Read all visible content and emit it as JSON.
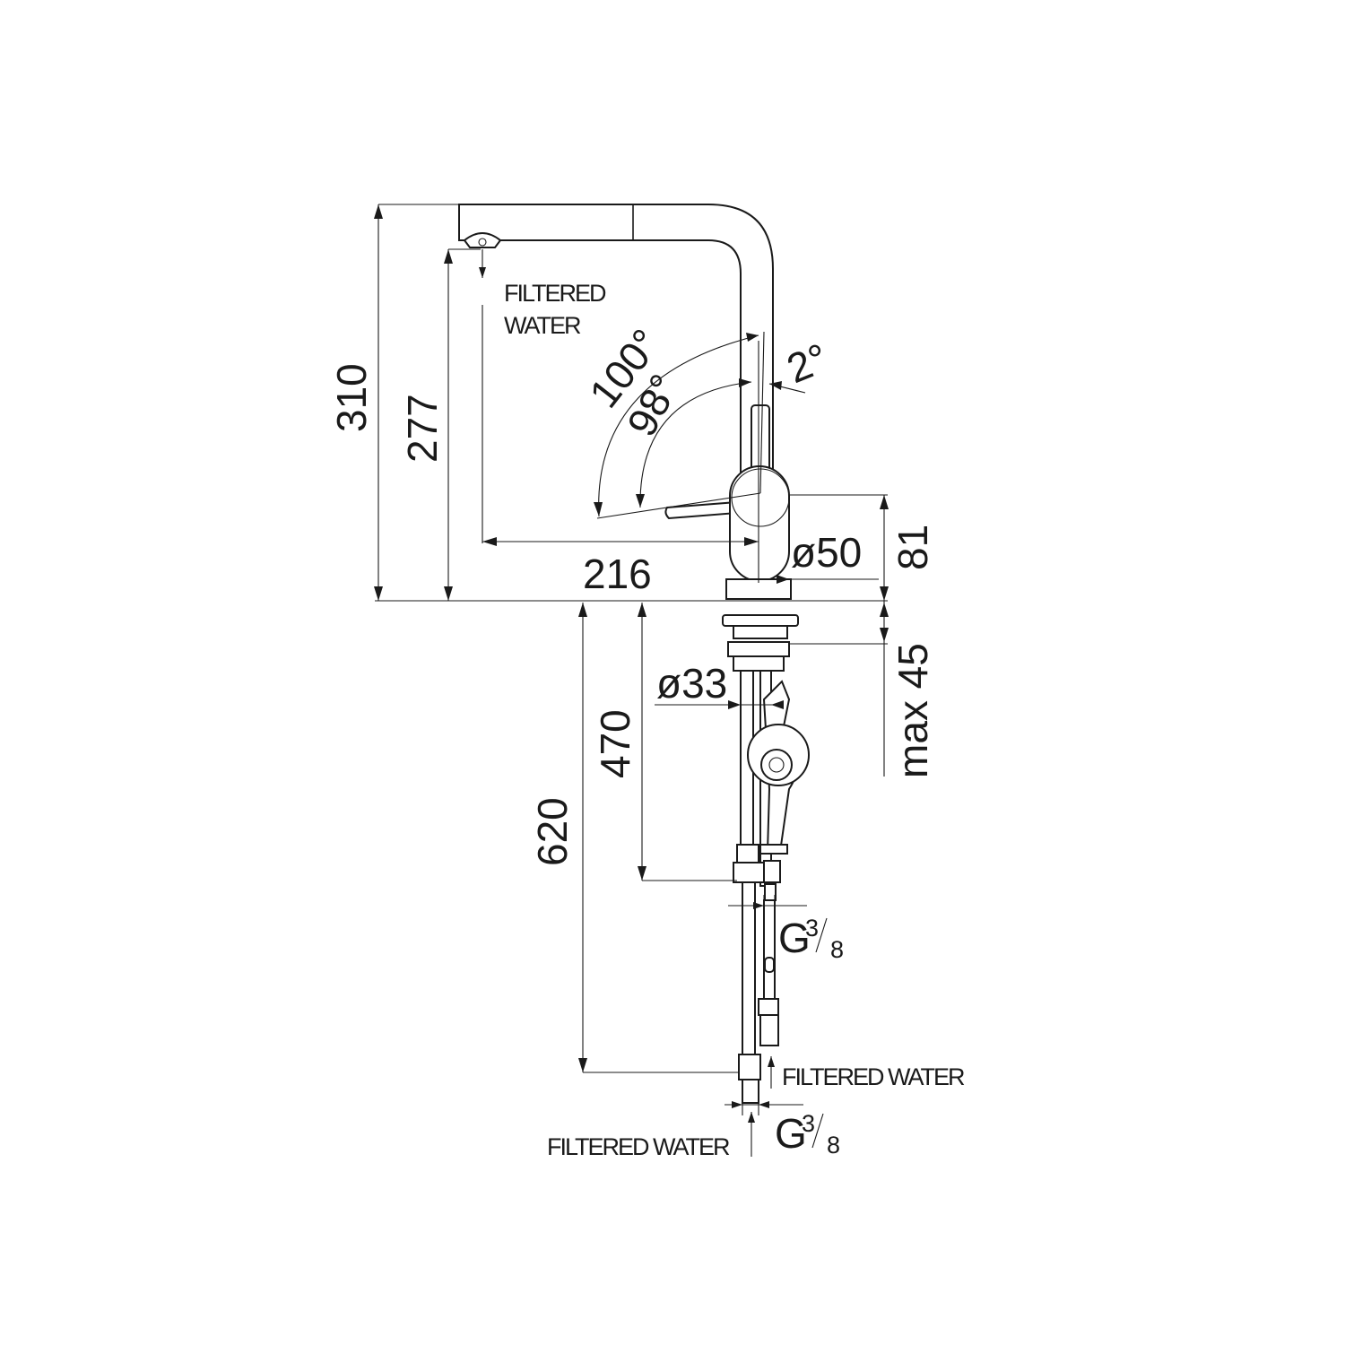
{
  "dimensions": {
    "total_height": "310",
    "spout_height": "277",
    "spout_reach": "216",
    "lever_angle_total": "100°",
    "lever_angle_main": "98°",
    "lever_angle_small": "2°",
    "body_diameter": "ø50",
    "body_height": "81",
    "max_thickness": "max 45",
    "shank_diameter": "ø33",
    "hose_470": "470",
    "hose_620": "620"
  },
  "connections": {
    "thread_main": "G",
    "thread_numerator": "3",
    "thread_denominator": "8"
  },
  "labels": {
    "spout_filtered_line1": "FILTERED",
    "spout_filtered_line2": "WATER",
    "filtered_water_right": "FILTERED WATER",
    "filtered_water_bottom": "FILTERED WATER"
  }
}
